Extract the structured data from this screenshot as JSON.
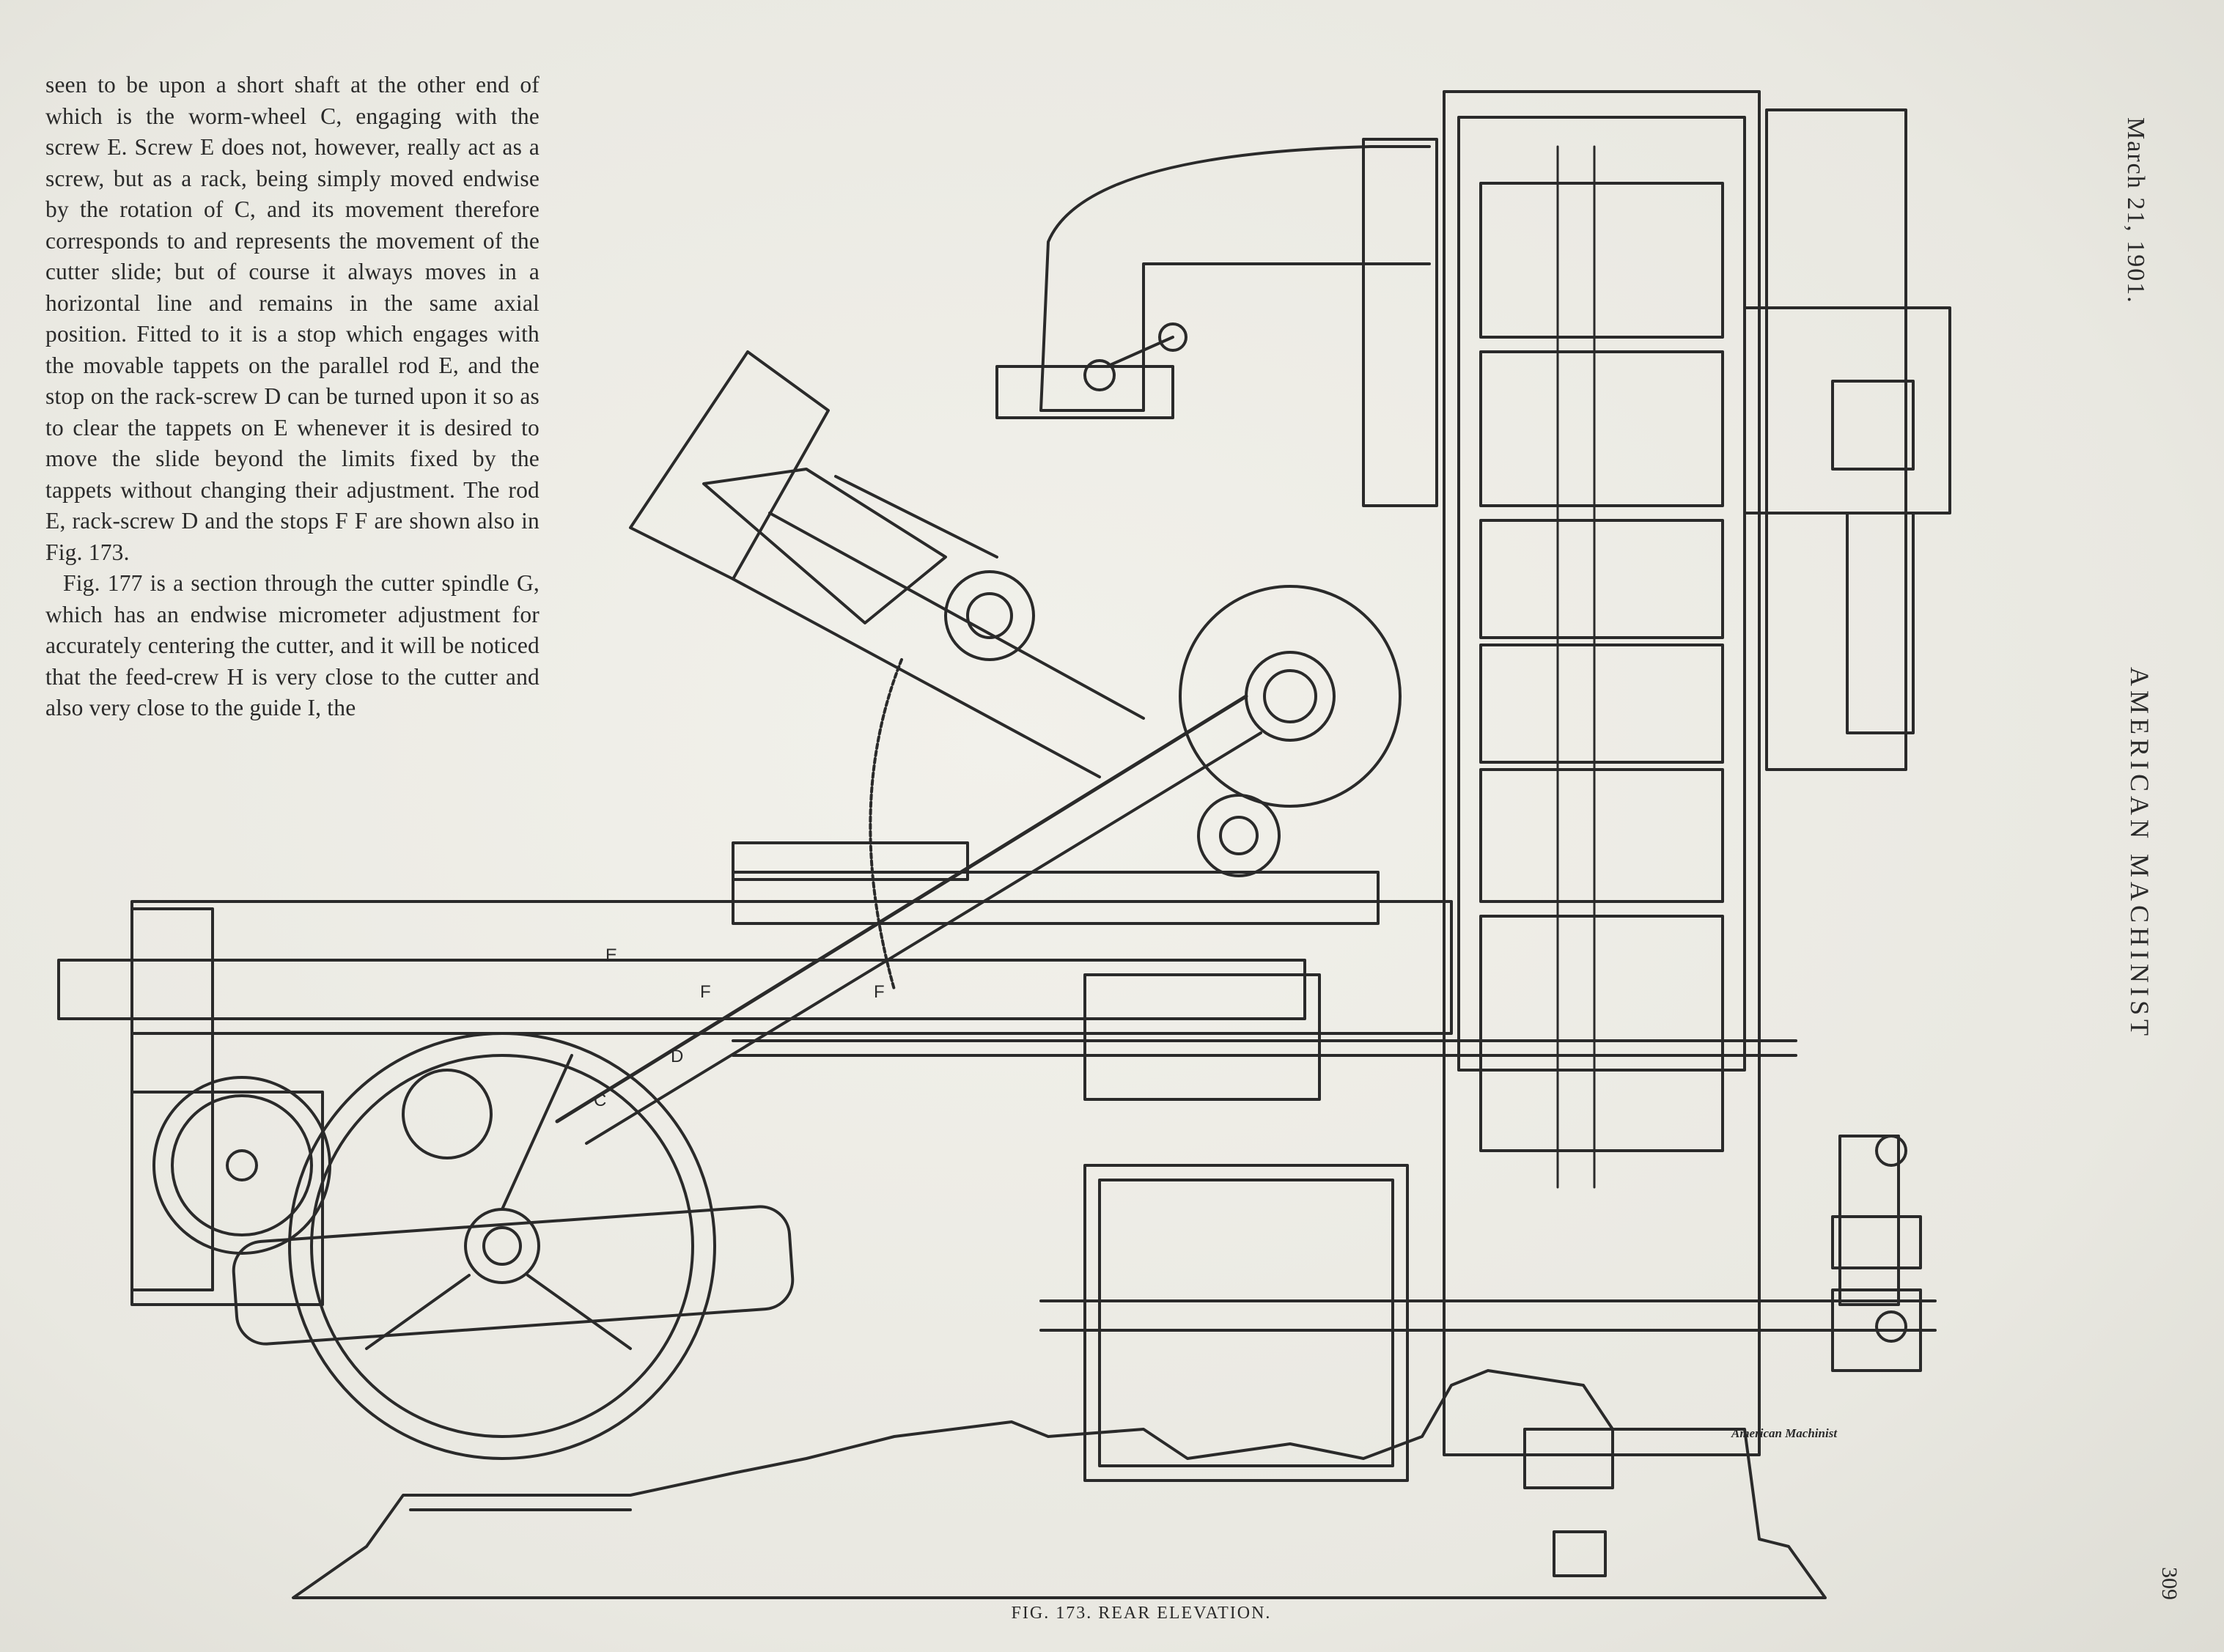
{
  "header": {
    "date": "March 21, 1901.",
    "journal": "AMERICAN MACHINIST",
    "page_number": "309"
  },
  "article": {
    "paragraphs": [
      "seen to be upon a short shaft at the other end of which is the worm-wheel C, engaging with the screw E. Screw E does not, however, really act as a screw, but as a rack, being simply moved endwise by the rotation of C, and its movement therefore corresponds to and represents the movement of the cutter slide; but of course it always moves in a horizontal line and remains in the same axial position. Fitted to it is a stop which engages with the movable tappets on the parallel rod E, and the stop on the rack-screw D can be turned upon it so as to clear the tappets on E whenever it is desired to move the slide beyond the limits fixed by the tappets without changing their adjustment. The rod E, rack-screw D and the stops F F are shown also in Fig. 173.",
      "Fig. 177 is a section through the cutter spindle G, which has an endwise micrometer adjustment for accurately centering the cutter, and it will be noticed that the feed-crew H is very close to the cutter and also very close to the guide I, the"
    ]
  },
  "figure": {
    "caption": "FIG. 173. REAR ELEVATION.",
    "credit": "American Machinist",
    "labels": {
      "E": "E",
      "F1": "F",
      "F2": "F",
      "D": "D",
      "C": "C"
    }
  },
  "colors": {
    "ink": "#2a2a2a",
    "paper": "#ecebe4"
  }
}
